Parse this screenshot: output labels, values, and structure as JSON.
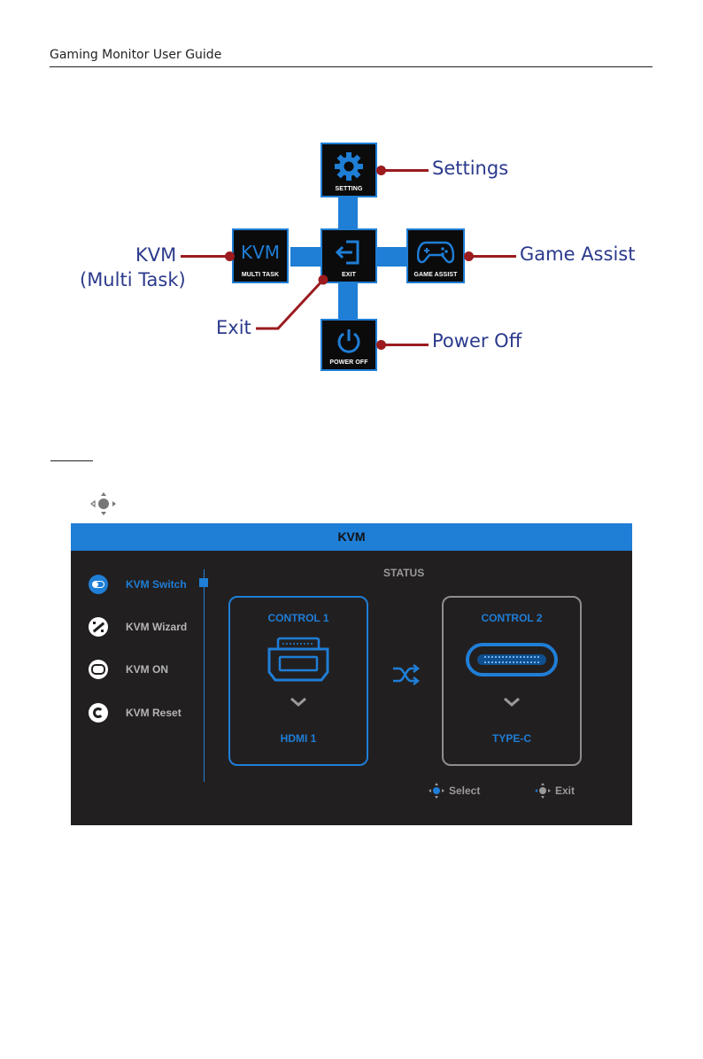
{
  "header": {
    "title": "Gaming Monitor User Guide"
  },
  "quick_menu": {
    "tiles": {
      "setting": "SETTING",
      "multi_task": "MULTI TASK",
      "kvm_text": "KVM",
      "exit": "EXIT",
      "game_assist": "GAME ASSIST",
      "power_off": "POWER OFF"
    },
    "callouts": {
      "settings": "Settings",
      "kvm": "KVM",
      "kvm_sub": "(Multi Task)",
      "game_assist": "Game Assist",
      "exit": "Exit",
      "power_off": "Power Off"
    },
    "accent_color": "#1f7ed6",
    "leader_color": "#9b1b1f",
    "callout_color": "#2b3a8c"
  },
  "kvm_osd": {
    "title": "KVM",
    "menu": [
      {
        "label": "KVM Switch",
        "icon": "toggle-icon",
        "active": true
      },
      {
        "label": "KVM Wizard",
        "icon": "magic-wand-icon",
        "active": false
      },
      {
        "label": "KVM ON",
        "icon": "kvm-on-icon",
        "active": false
      },
      {
        "label": "KVM Reset",
        "icon": "reset-icon",
        "active": false
      }
    ],
    "status_title": "STATUS",
    "control_1": {
      "title": "CONTROL 1",
      "port": "HDMI 1",
      "icon": "hdmi-port-icon"
    },
    "control_2": {
      "title": "CONTROL 2",
      "port": "TYPE-C",
      "icon": "usb-c-port-icon"
    },
    "hints": {
      "select": "Select",
      "exit": "Exit"
    },
    "bg_color": "#221f20",
    "accent_color": "#1f7ed6"
  }
}
